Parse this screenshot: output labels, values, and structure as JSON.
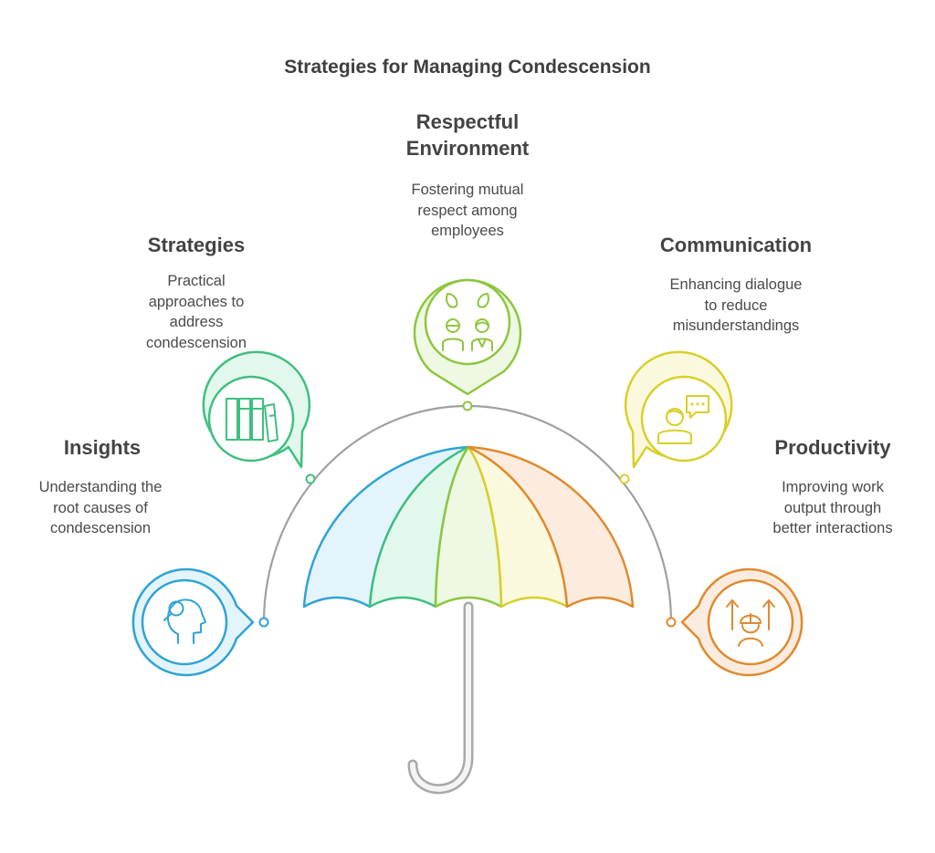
{
  "title": "Strategies for Managing Condescension",
  "items": {
    "respect": {
      "heading": [
        "Respectful",
        "Environment"
      ],
      "description": [
        "Fostering mutual",
        "respect among",
        "employees"
      ],
      "color": "#8dc63f",
      "icon": "people-cheering-icon"
    },
    "strategies": {
      "heading": [
        "Strategies"
      ],
      "description": [
        "Practical",
        "approaches to",
        "address",
        "condescension"
      ],
      "color": "#3fbf7f",
      "icon": "books-icon"
    },
    "communication": {
      "heading": [
        "Communication"
      ],
      "description": [
        "Enhancing dialogue",
        "to reduce",
        "misunderstandings"
      ],
      "color": "#d9cf29",
      "icon": "person-speech-bubble-icon"
    },
    "insights": {
      "heading": [
        "Insights"
      ],
      "description": [
        "Understanding the",
        "root causes of",
        "condescension"
      ],
      "color": "#2fa3d6",
      "icon": "head-magnifier-icon"
    },
    "productivity": {
      "heading": [
        "Productivity"
      ],
      "description": [
        "Improving work",
        "output through",
        "better interactions"
      ],
      "color": "#e08a2e",
      "icon": "worker-arrows-up-icon"
    }
  },
  "umbrella": {
    "panel_colors": [
      "#2fa3d6",
      "#3fbf7f",
      "#8dc63f",
      "#d9cf29",
      "#e08a2e"
    ],
    "panel_fills": [
      "#e4f4fc",
      "#e3f8ec",
      "#eef8e2",
      "#fbf9dd",
      "#fcecdf"
    ],
    "arc_color": "#a0a0a0",
    "handle_color": "#b8b8b8"
  }
}
